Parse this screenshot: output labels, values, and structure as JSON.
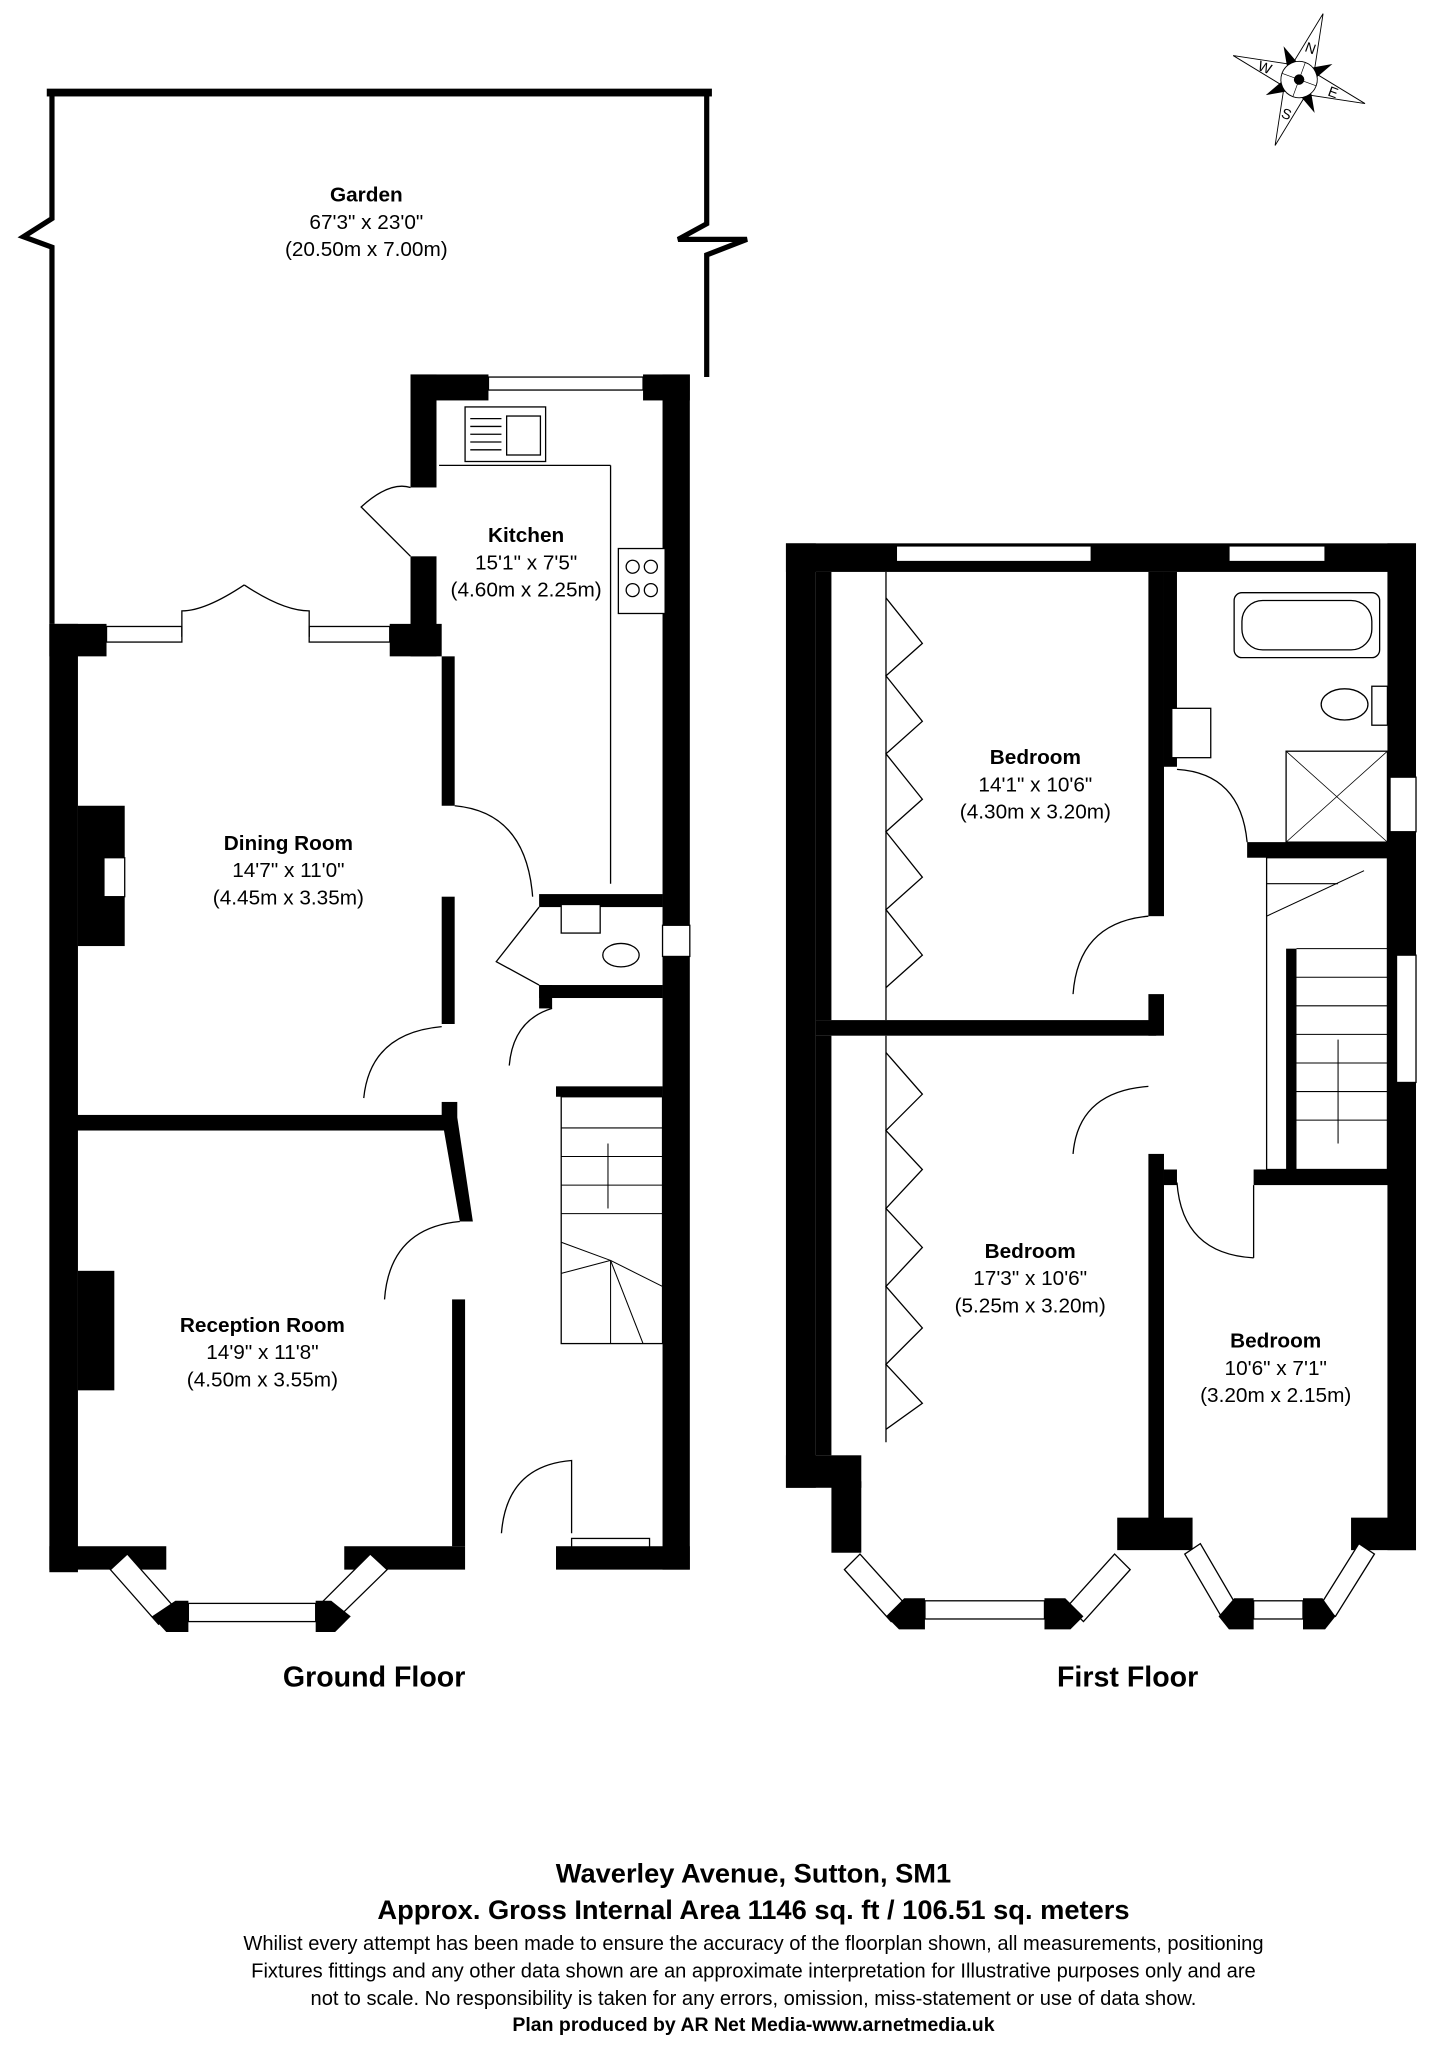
{
  "compass": {
    "n": "N",
    "e": "E",
    "s": "S",
    "w": "W"
  },
  "ground_floor": {
    "title": "Ground Floor",
    "rooms": [
      {
        "name": "Garden",
        "imperial": "67'3\" x 23'0\"",
        "metric": "(20.50m x 7.00m)"
      },
      {
        "name": "Kitchen",
        "imperial": "15'1\" x 7'5\"",
        "metric": "(4.60m x 2.25m)"
      },
      {
        "name": "Dining Room",
        "imperial": "14'7\" x 11'0\"",
        "metric": "(4.45m x 3.35m)"
      },
      {
        "name": "Reception Room",
        "imperial": "14'9\" x 11'8\"",
        "metric": "(4.50m x 3.55m)"
      }
    ]
  },
  "first_floor": {
    "title": "First Floor",
    "rooms": [
      {
        "name": "Bedroom",
        "imperial": "14'1\" x 10'6\"",
        "metric": "(4.30m x 3.20m)"
      },
      {
        "name": "Bedroom",
        "imperial": "17'3\" x 10'6\"",
        "metric": "(5.25m x 3.20m)"
      },
      {
        "name": "Bedroom",
        "imperial": "10'6\" x 7'1\"",
        "metric": "(3.20m x 2.15m)"
      }
    ]
  },
  "footer": {
    "address": "Waverley Avenue, Sutton, SM1",
    "area": "Approx. Gross Internal Area 1146 sq. ft / 106.51 sq. meters",
    "disclaimer_1": "Whilist every attempt has been made to ensure the accuracy of the floorplan shown, all measurements, positioning",
    "disclaimer_2": "Fixtures fittings and any other data shown are an approximate interpretation for Illustrative purposes only  and are",
    "disclaimer_3": "not to scale. No responsibility is taken for any errors, omission, miss-statement or use of data show.",
    "credit": "Plan produced by AR Net Media-www.arnetmedia.uk"
  }
}
